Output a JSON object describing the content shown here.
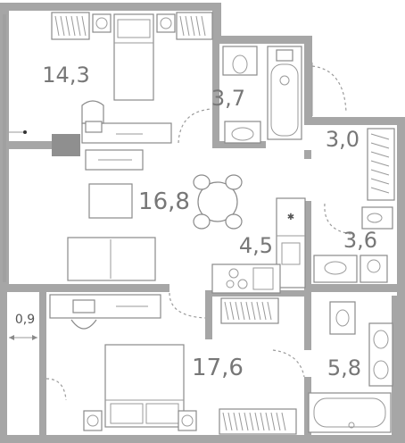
{
  "plan": {
    "rooms": [
      {
        "id": "bedroom-1",
        "area": "14,3"
      },
      {
        "id": "bathroom-1",
        "area": "3,7"
      },
      {
        "id": "hall",
        "area": "3,0"
      },
      {
        "id": "living-room",
        "area": "16,8"
      },
      {
        "id": "kitchen",
        "area": "4,5"
      },
      {
        "id": "wc",
        "area": "3,6"
      },
      {
        "id": "bedroom-2",
        "area": "17,6"
      },
      {
        "id": "bathroom-2",
        "area": "5,8"
      },
      {
        "id": "balcony",
        "area": "0,9"
      }
    ],
    "colors": {
      "walls": "#a6a6a6",
      "furniture": "#8a8a8a",
      "labels": "#777777"
    }
  }
}
